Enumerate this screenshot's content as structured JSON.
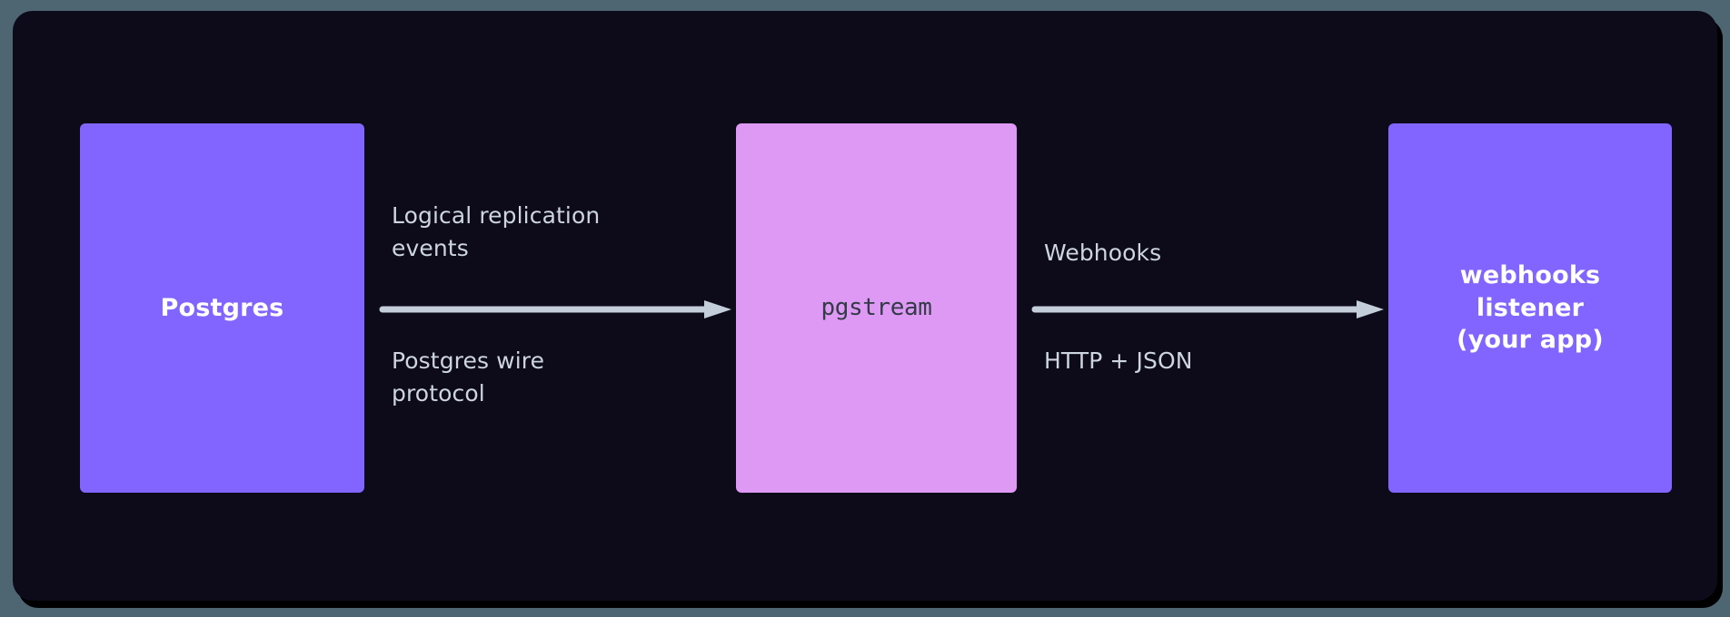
{
  "canvas": {
    "outer_background": "#4d6672",
    "panel_background": "#0d0a1a"
  },
  "palette": {
    "purple": "#8265FF",
    "pink": "#DE99F5",
    "edge_text": "#CCD5E0",
    "arrow": "#C3CEDA",
    "pgstream_text": "#333B47",
    "box_text": "#FFFFFF"
  },
  "nodes": [
    {
      "id": "postgres",
      "label": "Postgres",
      "fill": "#8265FF",
      "text_color": "#FFFFFF"
    },
    {
      "id": "pgstream",
      "label": "pgstream",
      "fill": "#DE99F5",
      "text_color": "#333B47"
    },
    {
      "id": "listener",
      "label": "webhooks\nlistener\n(your app)",
      "fill": "#8265FF",
      "text_color": "#FFFFFF"
    }
  ],
  "edges": [
    {
      "id": "postgres-to-pgstream",
      "from": "postgres",
      "to": "pgstream",
      "label_above": "Logical replication\nevents",
      "label_below": "Postgres wire\nprotocol",
      "direction": "right"
    },
    {
      "id": "pgstream-to-listener",
      "from": "pgstream",
      "to": "listener",
      "label_above": "Webhooks",
      "label_below": "HTTP + JSON",
      "direction": "right"
    }
  ],
  "chart_data": {
    "type": "diagram",
    "title": "",
    "flow": [
      "Postgres",
      "pgstream",
      "webhooks listener (your app)"
    ],
    "transitions": [
      {
        "source": "Postgres",
        "target": "pgstream",
        "labels": [
          "Logical replication events",
          "Postgres wire protocol"
        ]
      },
      {
        "source": "pgstream",
        "target": "webhooks listener (your app)",
        "labels": [
          "Webhooks",
          "HTTP + JSON"
        ]
      }
    ]
  }
}
